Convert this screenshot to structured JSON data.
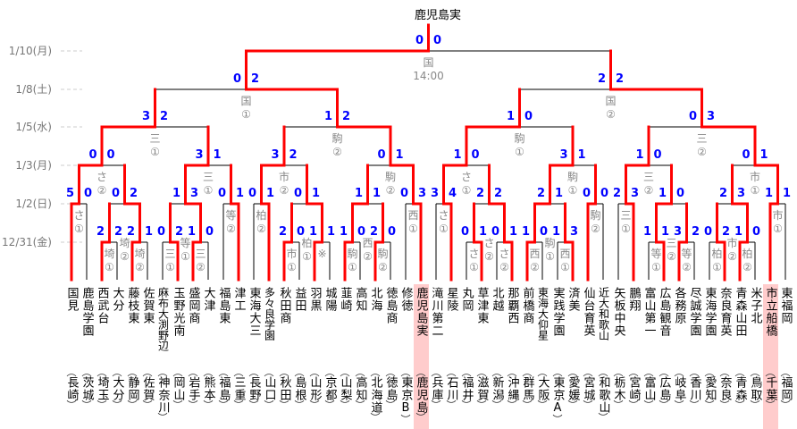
{
  "champion": "鹿児島実",
  "dates": [
    "12/31(金)",
    "1/2(日)",
    "1/3(月)",
    "1/5(水)",
    "1/8(土)",
    "1/10(月)"
  ],
  "colors": {
    "win_line": "#ff0000",
    "line": "#000000",
    "score": "#0000ff",
    "venue": "#888888",
    "highlight": "#ffcccc"
  },
  "teams": [
    {
      "name": "国見",
      "pref": "長崎"
    },
    {
      "name": "鹿島学園",
      "pref": "茨城"
    },
    {
      "name": "西武台",
      "pref": "埼玉"
    },
    {
      "name": "大分",
      "pref": "大分"
    },
    {
      "name": "藤枝東",
      "pref": "静岡"
    },
    {
      "name": "佐賀東",
      "pref": "佐賀"
    },
    {
      "name": "麻布大渕野辺",
      "pref": "神奈川"
    },
    {
      "name": "玉野光南",
      "pref": "岡山"
    },
    {
      "name": "盛岡商",
      "pref": "岩手"
    },
    {
      "name": "大津",
      "pref": "熊本"
    },
    {
      "name": "福島東",
      "pref": "福島"
    },
    {
      "name": "津工",
      "pref": "三重"
    },
    {
      "name": "東海大三",
      "pref": "長野"
    },
    {
      "name": "多々良学園",
      "pref": "山口"
    },
    {
      "name": "秋田商",
      "pref": "秋田"
    },
    {
      "name": "益田",
      "pref": "島根"
    },
    {
      "name": "羽黒",
      "pref": "山形"
    },
    {
      "name": "城陽",
      "pref": "京都"
    },
    {
      "name": "韮崎",
      "pref": "山梨"
    },
    {
      "name": "高知",
      "pref": "高知"
    },
    {
      "name": "北海",
      "pref": "北海道"
    },
    {
      "name": "徳島商",
      "pref": "徳島"
    },
    {
      "name": "修徳",
      "pref": "東京B"
    },
    {
      "name": "鹿児島実",
      "pref": "鹿児島",
      "highlight": true
    },
    {
      "name": "滝川第二",
      "pref": "兵庫"
    },
    {
      "name": "星陵",
      "pref": "石川"
    },
    {
      "name": "丸岡",
      "pref": "福井"
    },
    {
      "name": "草津東",
      "pref": "滋賀"
    },
    {
      "name": "北越",
      "pref": "新潟"
    },
    {
      "name": "那覇西",
      "pref": "沖縄"
    },
    {
      "name": "前橋商",
      "pref": "群馬"
    },
    {
      "name": "東海大仰星",
      "pref": "大阪"
    },
    {
      "name": "実践学園",
      "pref": "東京A"
    },
    {
      "name": "済美",
      "pref": "愛媛"
    },
    {
      "name": "仙台育英",
      "pref": "宮城"
    },
    {
      "name": "近大和歌山",
      "pref": "和歌山"
    },
    {
      "name": "矢板中央",
      "pref": "栃木"
    },
    {
      "name": "鵬翔",
      "pref": "宮崎"
    },
    {
      "name": "富山第一",
      "pref": "富山"
    },
    {
      "name": "広島観音",
      "pref": "広島"
    },
    {
      "name": "各務原",
      "pref": "岐阜"
    },
    {
      "name": "尽誠学園",
      "pref": "香川"
    },
    {
      "name": "東海学園",
      "pref": "愛知"
    },
    {
      "name": "奈良育英",
      "pref": "奈良"
    },
    {
      "name": "青森山田",
      "pref": "青森"
    },
    {
      "name": "米子北",
      "pref": "鳥取"
    },
    {
      "name": "市立船橋",
      "pref": "千葉",
      "highlight": true
    },
    {
      "name": "東福岡",
      "pref": "福岡"
    }
  ],
  "matches": [
    {
      "id": "A1",
      "round": 0,
      "L": {
        "t": 2
      },
      "R": {
        "t": 3
      },
      "score": [
        2,
        2
      ],
      "winner": "L",
      "venue": [
        "埼",
        "①"
      ]
    },
    {
      "id": "A2",
      "round": 0,
      "L": {
        "t": 4
      },
      "R": {
        "t": 5
      },
      "score": [
        2,
        1
      ],
      "winner": "L",
      "venue": [
        "埼",
        "②"
      ]
    },
    {
      "id": "A3",
      "round": 1,
      "L": {
        "t": 0
      },
      "R": {
        "t": 1
      },
      "score": [
        5,
        0
      ],
      "winner": "L",
      "venue": [
        "さ",
        "①"
      ]
    },
    {
      "id": "A4",
      "round": 1,
      "L": {
        "m": "A1"
      },
      "R": {
        "m": "A2"
      },
      "score": [
        0,
        2
      ],
      "winner": "R",
      "venue": [
        "埼",
        "②"
      ]
    },
    {
      "id": "A5",
      "round": 2,
      "L": {
        "m": "A3"
      },
      "R": {
        "m": "A4"
      },
      "score": [
        0,
        0
      ],
      "winner": "L",
      "venue": [
        "さ",
        "②"
      ]
    },
    {
      "id": "B1",
      "round": 0,
      "L": {
        "t": 6
      },
      "R": {
        "t": 7
      },
      "score": [
        0,
        2
      ],
      "winner": "R",
      "venue": [
        "三",
        "①"
      ]
    },
    {
      "id": "B2",
      "round": 0,
      "L": {
        "t": 8
      },
      "R": {
        "t": 9
      },
      "score": [
        1,
        0
      ],
      "winner": "L",
      "venue": [
        "三",
        "②"
      ]
    },
    {
      "id": "B3",
      "round": 1,
      "L": {
        "t": 10
      },
      "R": {
        "t": 11
      },
      "score": [
        0,
        1
      ],
      "winner": "R",
      "venue": [
        "等",
        "②"
      ]
    },
    {
      "id": "B4",
      "round": 1,
      "L": {
        "m": "B1"
      },
      "R": {
        "m": "B2"
      },
      "score": [
        1,
        3
      ],
      "winner": "R",
      "venue": [
        "等",
        "①"
      ]
    },
    {
      "id": "B5",
      "round": 2,
      "L": {
        "m": "B4"
      },
      "R": {
        "m": "B3"
      },
      "score": [
        3,
        1
      ],
      "winner": "L",
      "venue": [
        "三",
        "①"
      ]
    },
    {
      "id": "Q1",
      "round": 3,
      "L": {
        "m": "A5"
      },
      "R": {
        "m": "B5"
      },
      "score": [
        3,
        2
      ],
      "winner": "L",
      "venue": [
        "三",
        "①"
      ]
    },
    {
      "id": "C1",
      "round": 0,
      "L": {
        "t": 14
      },
      "R": {
        "t": 15
      },
      "score": [
        2,
        0
      ],
      "winner": "L",
      "venue": [
        "市",
        "①"
      ]
    },
    {
      "id": "C2",
      "round": 0,
      "L": {
        "t": 16
      },
      "R": {
        "t": 17
      },
      "score": [
        1,
        1
      ],
      "winner": "L",
      "venue": [
        "※",
        ""
      ]
    },
    {
      "id": "C3",
      "round": 1,
      "L": {
        "t": 12
      },
      "R": {
        "t": 13
      },
      "score": [
        0,
        1
      ],
      "winner": "R",
      "venue": [
        "柏",
        "②"
      ]
    },
    {
      "id": "C4",
      "round": 1,
      "L": {
        "m": "C1"
      },
      "R": {
        "m": "C2"
      },
      "score": [
        0,
        1
      ],
      "winner": "R",
      "venue": [
        "柏",
        "①"
      ]
    },
    {
      "id": "C5",
      "round": 2,
      "L": {
        "m": "C3"
      },
      "R": {
        "m": "C4"
      },
      "score": [
        3,
        2
      ],
      "winner": "L",
      "venue": [
        "市",
        "②"
      ]
    },
    {
      "id": "D1",
      "round": 0,
      "L": {
        "t": 18
      },
      "R": {
        "t": 19
      },
      "score": [
        1,
        0
      ],
      "winner": "L",
      "venue": [
        "駒",
        "①"
      ]
    },
    {
      "id": "D2",
      "round": 0,
      "L": {
        "t": 20
      },
      "R": {
        "t": 21
      },
      "score": [
        2,
        0
      ],
      "winner": "L",
      "venue": [
        "駒",
        "②"
      ]
    },
    {
      "id": "D3",
      "round": 1,
      "L": {
        "m": "D1"
      },
      "R": {
        "m": "D2"
      },
      "score": [
        1,
        1
      ],
      "winner": "L",
      "venue": [
        "西",
        "②"
      ]
    },
    {
      "id": "D4",
      "round": 1,
      "L": {
        "t": 22
      },
      "R": {
        "t": 23
      },
      "score": [
        0,
        3
      ],
      "winner": "R",
      "venue": [
        "西",
        "①"
      ]
    },
    {
      "id": "D5",
      "round": 2,
      "L": {
        "m": "D3"
      },
      "R": {
        "m": "D4"
      },
      "score": [
        0,
        1
      ],
      "winner": "R",
      "venue": [
        "駒",
        "②"
      ]
    },
    {
      "id": "Q2",
      "round": 3,
      "L": {
        "m": "C5"
      },
      "R": {
        "m": "D5"
      },
      "score": [
        1,
        2
      ],
      "winner": "R",
      "venue": [
        "駒",
        "②"
      ]
    },
    {
      "id": "S1",
      "round": 4,
      "L": {
        "m": "Q1"
      },
      "R": {
        "m": "Q2"
      },
      "score": [
        0,
        2
      ],
      "winner": "R",
      "venue": [
        "国",
        "①"
      ]
    },
    {
      "id": "E1",
      "round": 1,
      "L": {
        "t": 24
      },
      "R": {
        "t": 25
      },
      "score": [
        3,
        4
      ],
      "winner": "R",
      "venue": [
        "さ",
        "①"
      ]
    },
    {
      "id": "E2",
      "round": 0,
      "L": {
        "t": 26
      },
      "R": {
        "t": 27
      },
      "score": [
        0,
        1
      ],
      "winner": "R",
      "venue": [
        "さ",
        "①"
      ]
    },
    {
      "id": "E3",
      "round": 0,
      "L": {
        "t": 28
      },
      "R": {
        "t": 29
      },
      "score": [
        0,
        1
      ],
      "winner": "R",
      "venue": [
        "さ",
        "②"
      ]
    },
    {
      "id": "E4",
      "round": 1,
      "L": {
        "m": "E2"
      },
      "R": {
        "m": "E3"
      },
      "score": [
        2,
        2
      ],
      "winner": "R",
      "venue": [
        "さ",
        "②"
      ]
    },
    {
      "id": "E5",
      "round": 2,
      "L": {
        "m": "E1"
      },
      "R": {
        "m": "E4"
      },
      "score": [
        1,
        0
      ],
      "winner": "L",
      "venue": [
        "さ",
        "①"
      ]
    },
    {
      "id": "F1",
      "round": 0,
      "L": {
        "t": 30
      },
      "R": {
        "t": 31
      },
      "score": [
        1,
        0
      ],
      "winner": "L",
      "venue": [
        "西",
        "②"
      ]
    },
    {
      "id": "F2",
      "round": 0,
      "L": {
        "t": 32
      },
      "R": {
        "t": 33
      },
      "score": [
        1,
        3
      ],
      "winner": "R",
      "venue": [
        "西",
        "①"
      ]
    },
    {
      "id": "F3",
      "round": 1,
      "L": {
        "m": "F1"
      },
      "R": {
        "m": "F2"
      },
      "score": [
        2,
        1
      ],
      "winner": "L",
      "venue": [
        "駒",
        "①"
      ]
    },
    {
      "id": "F4",
      "round": 1,
      "L": {
        "t": 34
      },
      "R": {
        "t": 35
      },
      "score": [
        0,
        0
      ],
      "winner": "L",
      "venue": [
        "駒",
        "②"
      ]
    },
    {
      "id": "F5",
      "round": 2,
      "L": {
        "m": "F3"
      },
      "R": {
        "m": "F4"
      },
      "score": [
        3,
        1
      ],
      "winner": "L",
      "venue": [
        "駒",
        "①"
      ]
    },
    {
      "id": "Q3",
      "round": 3,
      "L": {
        "m": "E5"
      },
      "R": {
        "m": "F5"
      },
      "score": [
        1,
        0
      ],
      "winner": "L",
      "venue": [
        "駒",
        "①"
      ]
    },
    {
      "id": "G1",
      "round": 1,
      "L": {
        "t": 36
      },
      "R": {
        "t": 37
      },
      "score": [
        2,
        3
      ],
      "winner": "R",
      "venue": [
        "三",
        "①"
      ]
    },
    {
      "id": "G2",
      "round": 0,
      "L": {
        "t": 38
      },
      "R": {
        "t": 39
      },
      "score": [
        1,
        1
      ],
      "winner": "R",
      "venue": [
        "等",
        "①"
      ]
    },
    {
      "id": "G3",
      "round": 0,
      "L": {
        "t": 40
      },
      "R": {
        "t": 41
      },
      "score": [
        3,
        2
      ],
      "winner": "L",
      "venue": [
        "等",
        "②"
      ]
    },
    {
      "id": "G4",
      "round": 1,
      "L": {
        "m": "G2"
      },
      "R": {
        "m": "G3"
      },
      "score": [
        1,
        0
      ],
      "winner": "L",
      "venue": [
        "三",
        "②"
      ]
    },
    {
      "id": "G5",
      "round": 2,
      "L": {
        "m": "G1"
      },
      "R": {
        "m": "G4"
      },
      "score": [
        1,
        0
      ],
      "winner": "L",
      "venue": [
        "三",
        "②"
      ]
    },
    {
      "id": "H1",
      "round": 0,
      "L": {
        "t": 42
      },
      "R": {
        "t": 43
      },
      "score": [
        0,
        2
      ],
      "winner": "R",
      "venue": [
        "柏",
        "①"
      ]
    },
    {
      "id": "H2",
      "round": 0,
      "L": {
        "t": 44
      },
      "R": {
        "t": 45
      },
      "score": [
        1,
        0
      ],
      "winner": "L",
      "venue": [
        "柏",
        "②"
      ]
    },
    {
      "id": "H3",
      "round": 1,
      "L": {
        "m": "H1"
      },
      "R": {
        "m": "H2"
      },
      "score": [
        2,
        3
      ],
      "winner": "R",
      "venue": [
        "市",
        "②"
      ]
    },
    {
      "id": "H4",
      "round": 1,
      "L": {
        "t": 46
      },
      "R": {
        "t": 47
      },
      "score": [
        1,
        1
      ],
      "winner": "L",
      "venue": [
        "市",
        "①"
      ]
    },
    {
      "id": "H5",
      "round": 2,
      "L": {
        "m": "H3"
      },
      "R": {
        "m": "H4"
      },
      "score": [
        0,
        1
      ],
      "winner": "R",
      "venue": [
        "市",
        "①"
      ]
    },
    {
      "id": "Q4",
      "round": 3,
      "L": {
        "m": "G5"
      },
      "R": {
        "m": "H5"
      },
      "score": [
        0,
        3
      ],
      "winner": "R",
      "venue": [
        "三",
        "②"
      ]
    },
    {
      "id": "S2",
      "round": 4,
      "L": {
        "m": "Q3"
      },
      "R": {
        "m": "Q4"
      },
      "score": [
        2,
        2
      ],
      "winner": "R",
      "venue": [
        "国",
        "②"
      ]
    },
    {
      "id": "FINAL",
      "round": 5,
      "L": {
        "m": "S1"
      },
      "R": {
        "m": "S2"
      },
      "score": [
        0,
        0
      ],
      "winner": "L",
      "venue": [
        "国",
        "14:00"
      ]
    }
  ]
}
